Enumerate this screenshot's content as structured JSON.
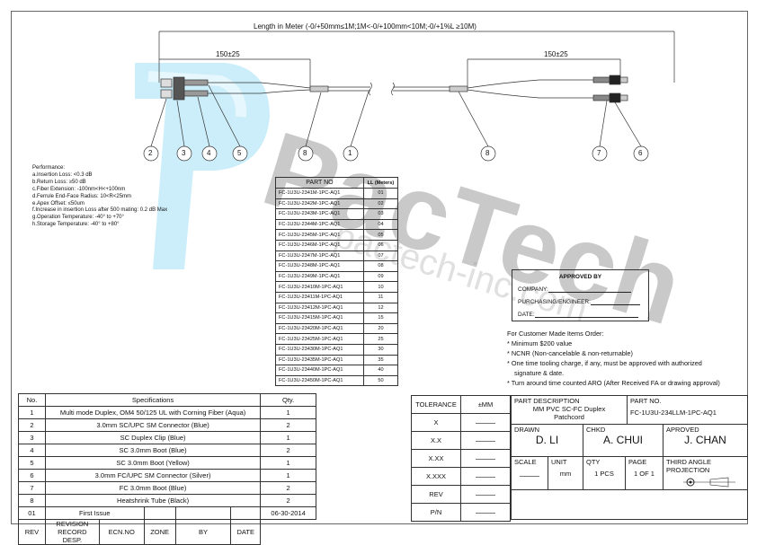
{
  "watermark": {
    "brand": "PacTech",
    "url": "pactech-inc.com"
  },
  "dimensions": {
    "overall": "Length in Meter (-0/+50mm≤1M;1M<-0/+100mm<10M;-0/+1%L ≥10M)",
    "left_breakout": "150±25",
    "right_breakout": "150±25"
  },
  "callouts": {
    "c2": "2",
    "c3": "3",
    "c4": "4",
    "c5": "5",
    "c8a": "8",
    "c1": "1",
    "c8b": "8",
    "c7": "7",
    "c6": "6"
  },
  "performance": [
    "Performance:",
    "a.Insertion Loss: <0.3 dB",
    "b.Return Loss: ≥50 dB",
    "c.Fiber Extension: -100nm<H<+100nm",
    "d.Ferrule End-Face Radius: 10<R<25mm",
    "e.Apex Offset: ≤50um",
    "f.Increase in insertion Loss after 500 mating: 0.2 dB Max",
    "g.Operation Temperature: -40° to +70°",
    "h.Storage Temperature: -40° to +80°"
  ],
  "part_table": {
    "headers": [
      "PART NO",
      "LL (Meters)"
    ],
    "rows": [
      [
        "FC-1U3U-2341M-1PC-AQ1",
        "01"
      ],
      [
        "FC-1U3U-2342M-1PC-AQ1",
        "02"
      ],
      [
        "FC-1U3U-2343M-1PC-AQ1",
        "03"
      ],
      [
        "FC-1U3U-2344M-1PC-AQ1",
        "04"
      ],
      [
        "FC-1U3U-2345M-1PC-AQ1",
        "05"
      ],
      [
        "FC-1U3U-2346M-1PC-AQ1",
        "06"
      ],
      [
        "FC-1U3U-2347M-1PC-AQ1",
        "07"
      ],
      [
        "FC-1U3U-2348M-1PC-AQ1",
        "08"
      ],
      [
        "FC-1U3U-2349M-1PC-AQ1",
        "09"
      ],
      [
        "FC-1U3U-23410M-1PC-AQ1",
        "10"
      ],
      [
        "FC-1U3U-23411M-1PC-AQ1",
        "11"
      ],
      [
        "FC-1U3U-23412M-1PC-AQ1",
        "12"
      ],
      [
        "FC-1U3U-23415M-1PC-AQ1",
        "15"
      ],
      [
        "FC-1U3U-23420M-1PC-AQ1",
        "20"
      ],
      [
        "FC-1U3U-23425M-1PC-AQ1",
        "25"
      ],
      [
        "FC-1U3U-23430M-1PC-AQ1",
        "30"
      ],
      [
        "FC-1U3U-23435M-1PC-AQ1",
        "35"
      ],
      [
        "FC-1U3U-23440M-1PC-AQ1",
        "40"
      ],
      [
        "FC-1U3U-23450M-1PC-AQ1",
        "50"
      ]
    ]
  },
  "approval": {
    "title": "APPROVED BY",
    "company": "COMPANY:",
    "purchasing": "PURCHASING/ENGINEER:",
    "date": "DATE:"
  },
  "notes": [
    "For Customer Made Items Order:",
    "* Minimum $200 value",
    "* NCNR (Non-cancelable & non-returnable)",
    "* One time tooling charge, if any, must be approved with authorized",
    "  signature & date.",
    "* Turn around time counted ARO (After Received FA or drawing approval)"
  ],
  "bom": {
    "headers": [
      "No.",
      "Specifications",
      "Qty."
    ],
    "rows": [
      [
        "1",
        "Multi mode Duplex, OM4 50/125 UL with Corning Fiber (Aqua)",
        "1"
      ],
      [
        "2",
        "3.0mm SC/UPC SM Connector (Blue)",
        "2"
      ],
      [
        "3",
        "SC Duplex Clip (Blue)",
        "1"
      ],
      [
        "4",
        "SC 3.0mm Boot (Blue)",
        "2"
      ],
      [
        "5",
        "SC 3.0mm Boot (Yellow)",
        "1"
      ],
      [
        "6",
        "3.0mm FC/UPC SM Connector (Silver)",
        "1"
      ],
      [
        "7",
        "FC 3.0mm Boot (Blue)",
        "2"
      ],
      [
        "8",
        "Heatshrink Tube (Black)",
        "2"
      ]
    ],
    "revision": {
      "rev": "01",
      "desc": "First Issue",
      "date": "06-30-2014"
    },
    "rev_headers": [
      "REV",
      "REVISION RECORD DESP.",
      "ECN.NO",
      "ZONE",
      "BY",
      "DATE"
    ]
  },
  "tolerance": {
    "headers": [
      "TOLERANCE",
      "±MM"
    ],
    "rows": [
      "X",
      "X.X",
      "X.XX",
      "X.XXX",
      "REV",
      "P/N"
    ]
  },
  "title_block": {
    "part_desc_label": "PART DESCRIPTION",
    "part_desc": "MM PVC SC-FC Duplex Patchcord",
    "part_no_label": "PART NO.",
    "part_no": "FC-1U3U-234LLM-1PC-AQ1",
    "drawn_label": "DRAWN",
    "drawn": "D. LI",
    "chkd_label": "CHKD",
    "chkd": "A. CHUI",
    "aproved_label": "APROVED",
    "aproved": "J. CHAN",
    "scale_label": "SCALE",
    "unit_label": "UNIT",
    "unit": "mm",
    "qty_label": "QTY",
    "qty": "1 PCS",
    "page_label": "PAGE",
    "page": "1 OF 1",
    "projection": "THIRD ANGLE PROJECTION"
  }
}
